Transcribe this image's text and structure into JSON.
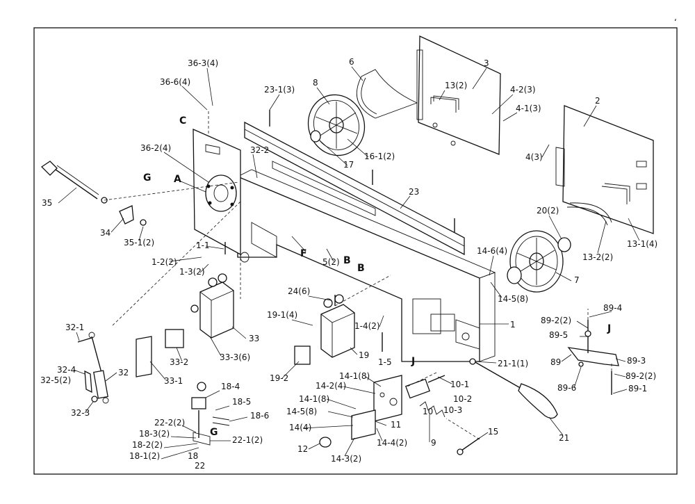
{
  "corner_mark": "‘",
  "labels": {
    "l_36_3": "36-3(4)",
    "l_36_6": "36-6(4)",
    "l_C": "C",
    "l_36_2": "36-2(4)",
    "l_G_top": "G",
    "l_A": "A",
    "l_35": "35",
    "l_34": "34",
    "l_35_1": "35-1(2)",
    "l_23_1": "23-1(3)",
    "l_8": "8",
    "l_6": "6",
    "l_3": "3",
    "l_13_2": "13(2)",
    "l_4_2": "4-2(3)",
    "l_4_1": "4-1(3)",
    "l_2": "2",
    "l_4": "4(3)",
    "l_17": "17",
    "l_16_1": "16-1(2)",
    "l_32_2": "32-2",
    "l_23": "23",
    "l_20": "20(2)",
    "l_13_2_2": "13-2(2)",
    "l_13_1": "13-1(4)",
    "l_1_1": "1-1",
    "l_1_2": "1-2(2)",
    "l_1_3": "1-3(2)",
    "l_F": "F",
    "l_5": "5(2)",
    "l_B1": "B",
    "l_B2": "B",
    "l_14_6": "14-6(4)",
    "l_7": "7",
    "l_14_5_top": "14-5(8)",
    "l_24": "24(6)",
    "l_19_1": "19-1(4)",
    "l_1_4": "1-4(2)",
    "l_1": "1",
    "l_89_4": "89-4",
    "l_89_2_top": "89-2(2)",
    "l_J_right": "J",
    "l_89_5": "89-5",
    "l_89": "89",
    "l_89_3": "89-3",
    "l_89_2_bot": "89-2(2)",
    "l_89_6": "89-6",
    "l_89_1": "89-1",
    "l_33": "33",
    "l_32_1": "32-1",
    "l_33_2": "33-2",
    "l_33_3": "33-3(6)",
    "l_19": "19",
    "l_1_5": "1-5",
    "l_J_mid": "J",
    "l_19_2": "19-2",
    "l_21_1": "21-1(1)",
    "l_10_1": "10-1",
    "l_32": "32",
    "l_32_4": "32-4",
    "l_32_5": "32-5(2)",
    "l_33_1": "33-1",
    "l_32_3": "32-3",
    "l_14_1_a": "14-1(8)",
    "l_14_2_a": "14-2(4)",
    "l_10_2": "10-2",
    "l_10": "10",
    "l_10_3": "10-3",
    "l_14_1_b": "14-1(8)",
    "l_14_5_bot": "14-5(8)",
    "l_11": "11",
    "l_14_4": "14(4)",
    "l_9": "9",
    "l_21": "21",
    "l_15": "15",
    "l_14_4_2": "14-4(2)",
    "l_12": "12",
    "l_14_3": "14-3(2)",
    "l_18_4": "18-4",
    "l_18_5": "18-5",
    "l_18_6": "18-6",
    "l_22_2": "22-2(2)",
    "l_G_bot": "G",
    "l_18_3": "18-3(2)",
    "l_22_1": "22-1(2)",
    "l_18_2": "18-2(2)",
    "l_18_1": "18-1(2)",
    "l_18": "18",
    "l_22": "22"
  }
}
